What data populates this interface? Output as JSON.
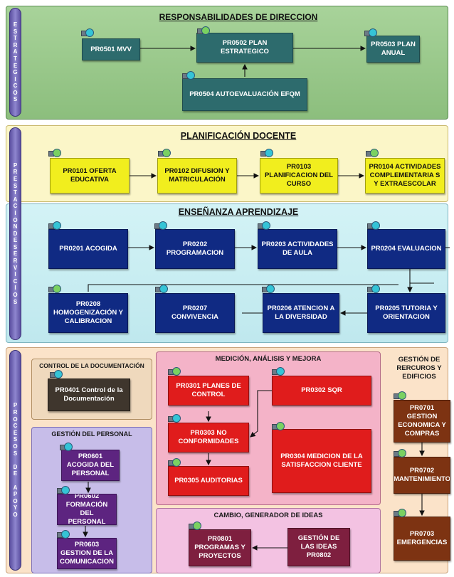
{
  "sections": {
    "estrategicos": {
      "sidebar": "ESTRATEGICOS",
      "title": "RESPONSABILIDADES DE DIRECCION",
      "boxes": {
        "pr0501": "PR0501 MVV",
        "pr0502": "PR0502 PLAN ESTRATEGICO",
        "pr0503": "PR0503 PLAN ANUAL",
        "pr0504": "PR0504 AUTOEVALUACIÓN EFQM"
      }
    },
    "prestacion": {
      "sidebar": "PRESTACIONDESERVICIOS",
      "planificacion_title": "PLANIFICACIÓN DOCENTE",
      "planificacion": {
        "pr0101": "PR0101 OFERTA EDUCATIVA",
        "pr0102": "PR0102 DIFUSION Y MATRICULACIÓN",
        "pr0103": "PR0103 PLANIFICACION DEL CURSO",
        "pr0104": "PR0104 ACTIVIDADES COMPLEMENTARIA S Y EXTRAESCOLAR"
      },
      "ensenanza_title": "ENSEÑANZA APRENDIZAJE",
      "ensenanza": {
        "pr0201": "PR0201 ACOGIDA",
        "pr0202": "PR0202 PROGRAMACION",
        "pr0203": "PR0203 ACTIVIDADES DE AULA",
        "pr0204": "PR0204 EVALUACION",
        "pr0208": "PR0208 HOMOGENIZACIÓN Y CALIBRACION",
        "pr0207": "PR0207 CONVIVENCIA",
        "pr0206": "PR0206 ATENCION A LA DIVERSIDAD",
        "pr0205": "PR0205 TUTORIA Y ORIENTACION"
      }
    },
    "apoyo": {
      "sidebar": "PROCESOS DE APOYO",
      "documentacion": {
        "title": "CONTROL DE LA DOCUMENTACIÓN",
        "pr0401": "PR0401 Control de la Documentación"
      },
      "personal": {
        "title": "GESTIÓN DEL PERSONAL",
        "pr0601": "PR0601 ACOGIDA DEL PERSONAL",
        "pr0602": "PR0602 FORMACIÓN DEL PERSONAL",
        "pr0603": "PR0603 GESTION DE LA COMUNICACION"
      },
      "medicion": {
        "title": "MEDICIÓN, ANÁLISIS Y MEJORA",
        "pr0301": "PR0301 PLANES DE CONTROL",
        "pr0302": "PR0302 SQR",
        "pr0303": "PR0303 NO CONFORMIDADES",
        "pr0304": "PR0304 MEDICION DE LA SATISFACCION CLIENTE",
        "pr0305": "PR0305 AUDITORIAS"
      },
      "cambio": {
        "title": "CAMBIO, GENERADOR DE IDEAS",
        "pr0801": "PR0801 PROGRAMAS Y PROYECTOS",
        "pr0802": "GESTIÓN DE LAS IDEAS PR0802"
      },
      "recursos": {
        "title": "GESTIÓN DE RERCUROS Y EDIFICIOS",
        "pr0701": "PR0701 GESTION ECONOMICA Y COMPRAS",
        "pr0702": "PR0702 MANTENIMIENTO",
        "pr0703": "PR0703 EMERGENCIAS"
      }
    }
  },
  "colors": {
    "estrategicos_bg": "#9cc98a",
    "planificacion_bg": "#fbf6c8",
    "ensenanza_bg": "#c9eef2",
    "apoyo_bg": "#fbe3c9",
    "medicion_bg": "#f4b3c8",
    "cambio_bg": "#f3c2e2",
    "personal_bg": "#c7bde9",
    "sidebar": "#7a70c0",
    "icon_circle": "#35c4d6",
    "icon_circle_green": "#7ad161"
  }
}
